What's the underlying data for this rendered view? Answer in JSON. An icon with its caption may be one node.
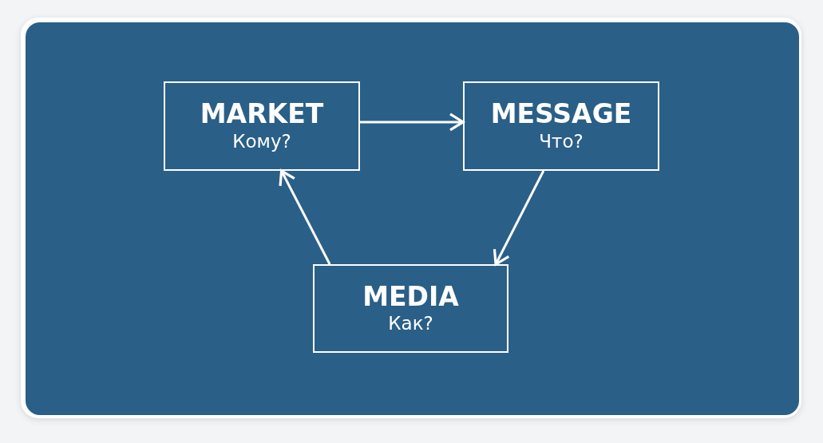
{
  "diagram": {
    "nodes": [
      {
        "text": [
          "MARKET",
          "Кому?"
        ]
      },
      {
        "text": [
          "MESSAGE",
          "Что?"
        ]
      },
      {
        "text": [
          "MEDIA",
          "Как?"
        ]
      }
    ],
    "edges": [
      {
        "from": 0,
        "to": 1,
        "arrow": "to"
      },
      {
        "from": 1,
        "to": 2,
        "arrow": "to"
      },
      {
        "from": 2,
        "to": 0,
        "arrow": "to"
      }
    ]
  }
}
